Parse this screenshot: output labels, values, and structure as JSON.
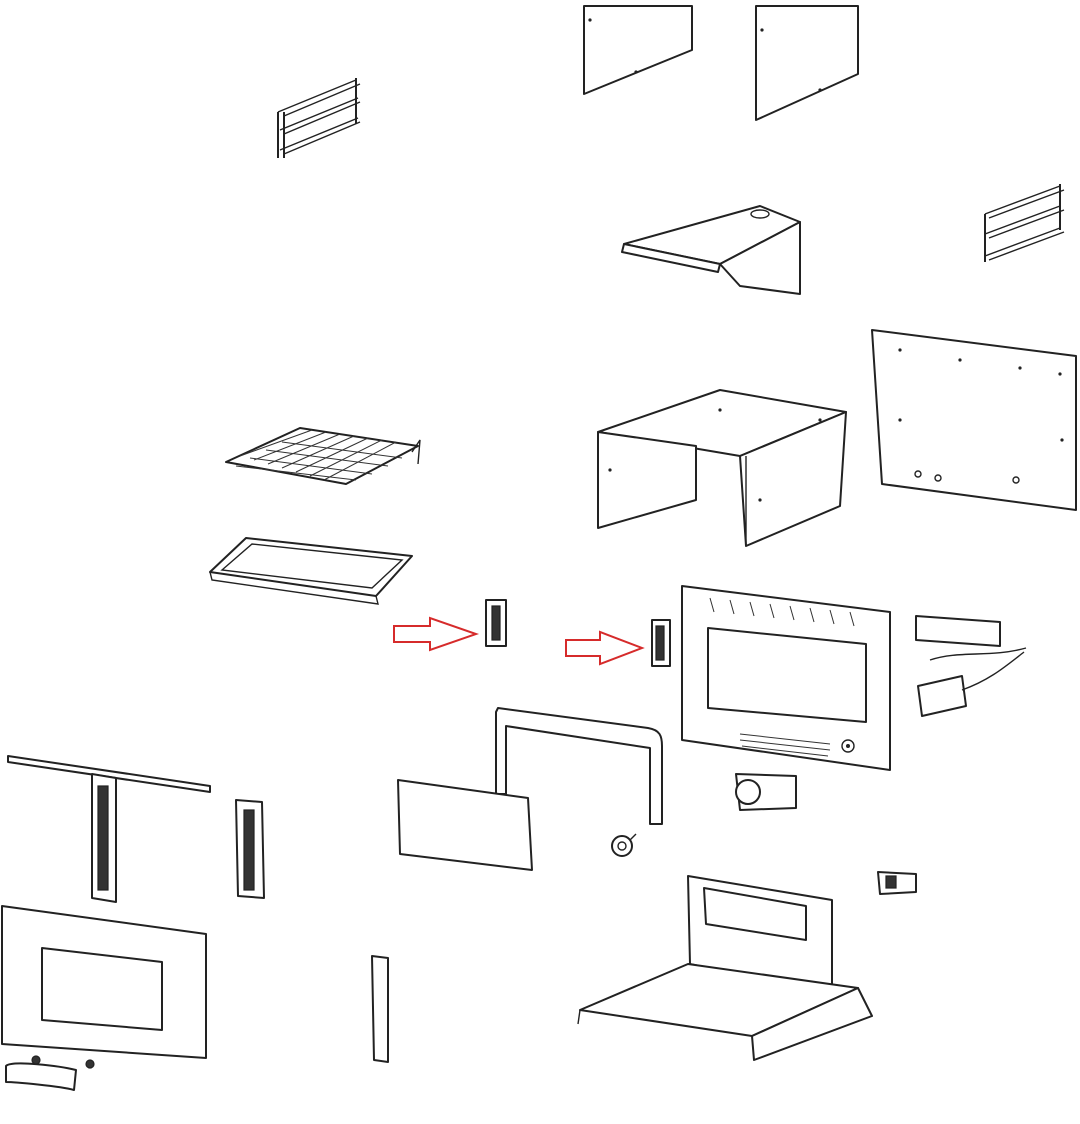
{
  "diagram": {
    "view": "exploded-oven-assembly",
    "arrow_color": "#d62b2b",
    "line_color": "#222222",
    "background": "#ffffff",
    "highlighted_parts": [
      "door-hinge-left",
      "door-hinge-right"
    ],
    "arrow_count": 2
  }
}
